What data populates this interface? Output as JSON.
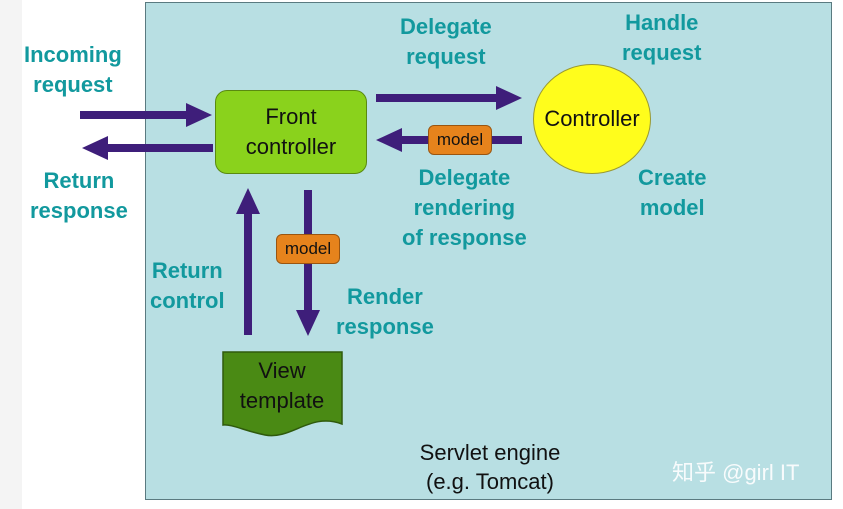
{
  "labels": {
    "incoming_request": "Incoming\nrequest",
    "return_response": "Return\nresponse",
    "delegate_request": "Delegate\nrequest",
    "handle_request": "Handle\nrequest",
    "delegate_rendering": "Delegate\nrendering\nof response",
    "create_model": "Create\nmodel",
    "return_control": "Return\ncontrol",
    "render_response": "Render\nresponse"
  },
  "nodes": {
    "front_controller": "Front\ncontroller",
    "controller": "Controller",
    "model_top": "model",
    "model_left": "model",
    "view_template": "View\ntemplate"
  },
  "engine": {
    "caption": "Servlet engine\n(e.g. Tomcat)"
  },
  "watermark": "知乎 @girl IT",
  "colors": {
    "label_teal": "#12999e",
    "arrow_purple": "#3e1e7a",
    "engine_bg": "#b8dfe3",
    "front_controller_green": "#8ad21c",
    "controller_yellow": "#fffd1c",
    "model_orange": "#e6831c",
    "view_template_green": "#4a8a14"
  }
}
